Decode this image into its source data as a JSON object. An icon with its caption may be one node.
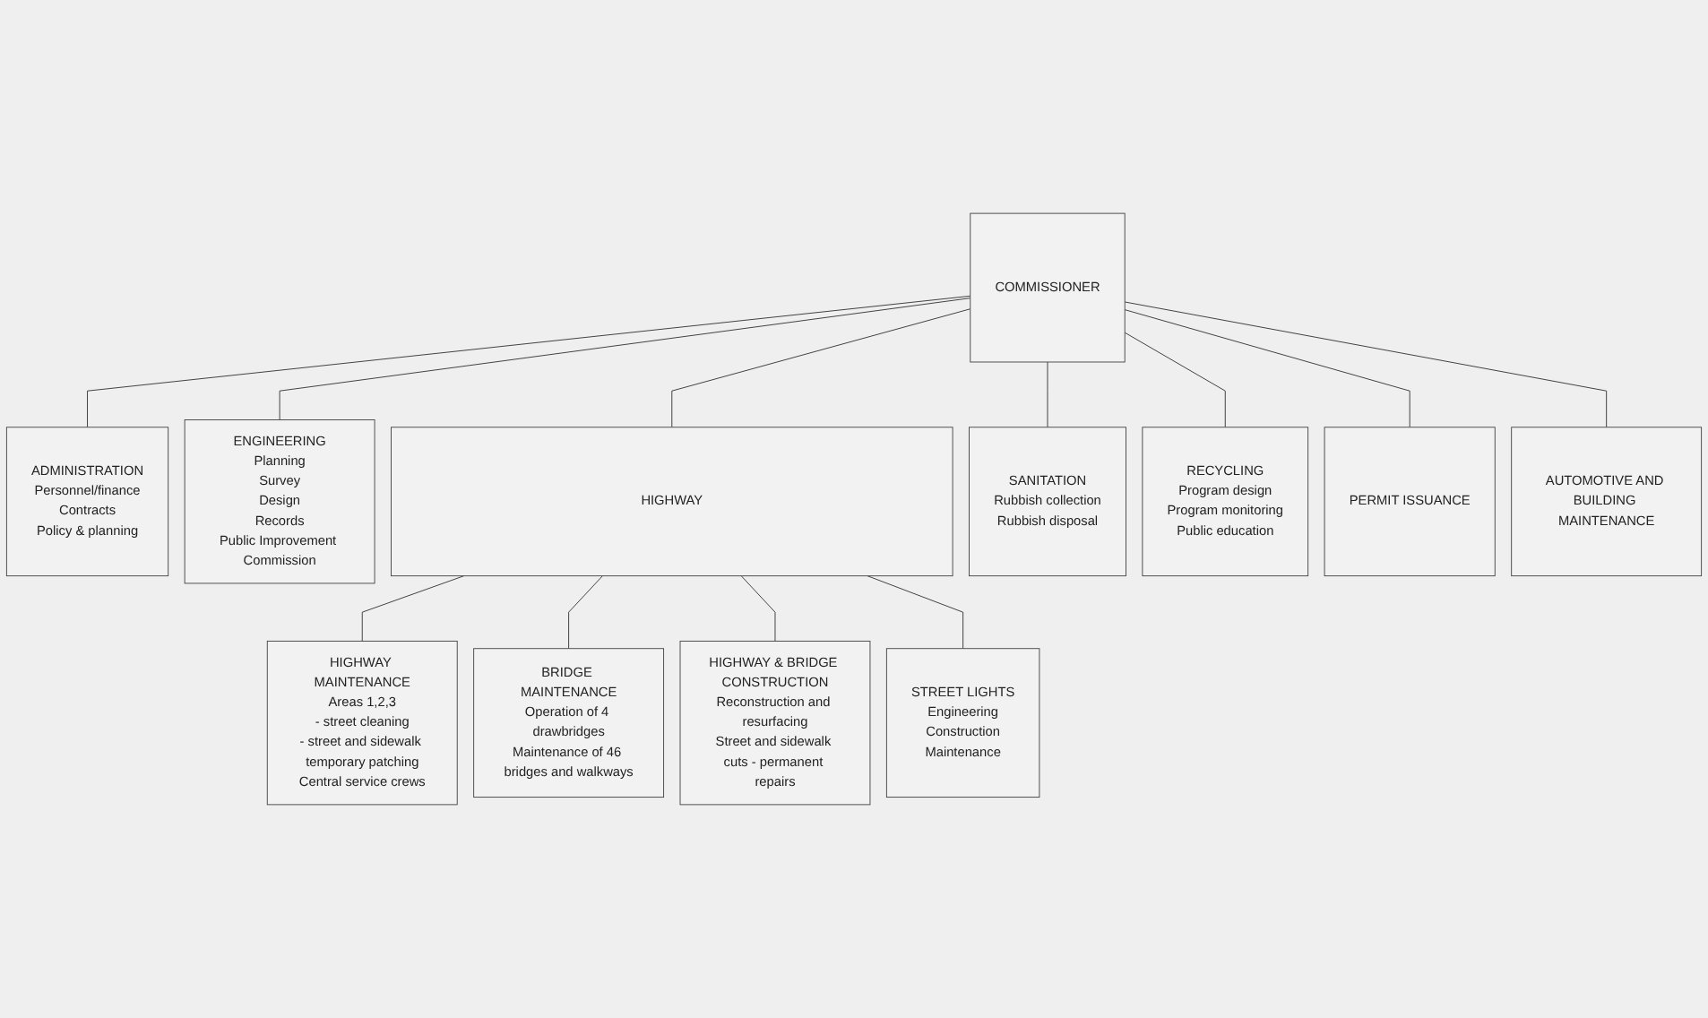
{
  "diagram": {
    "nodes": [
      {
        "text": [
          "COMMISSIONER"
        ]
      },
      {
        "text": [
          "ADMINISTRATION",
          "Personnel/finance",
          "Contracts",
          "Policy & planning"
        ]
      },
      {
        "text": [
          "ENGINEERING",
          "Planning",
          "Survey",
          "Design",
          "Records",
          "Public Improvement Commission"
        ]
      },
      {
        "text": [
          "HIGHWAY"
        ]
      },
      {
        "text": [
          "SANITATION",
          "Rubbish collection",
          "Rubbish disposal"
        ]
      },
      {
        "text": [
          "RECYCLING",
          "Program design",
          "Program monitoring",
          "Public education"
        ]
      },
      {
        "text": [
          "PERMIT ISSUANCE"
        ]
      },
      {
        "text": [
          "AUTOMOTIVE AND BUILDING MAINTENANCE"
        ]
      },
      {
        "text": [
          "HIGHWAY MAINTENANCE",
          "Areas 1,2,3",
          "- street cleaning",
          "- street and sidewalk temporary patching",
          "Central service crews"
        ]
      },
      {
        "text": [
          "BRIDGE MAINTENANCE",
          "Operation of 4 drawbridges",
          "Maintenance of 46 bridges and walkways"
        ]
      },
      {
        "text": [
          "HIGHWAY & BRIDGE CONSTRUCTION",
          "Reconstruction and resurfacing",
          "Street and sidewalk cuts - permanent repairs"
        ]
      },
      {
        "text": [
          "STREET LIGHTS",
          "Engineering",
          "Construction",
          "Maintenance"
        ]
      }
    ],
    "edges": [
      {
        "from": 0,
        "to": 1,
        "arrow": "none"
      },
      {
        "from": 0,
        "to": 2,
        "arrow": "none"
      },
      {
        "from": 0,
        "to": 3,
        "arrow": "none"
      },
      {
        "from": 0,
        "to": 4,
        "arrow": "none"
      },
      {
        "from": 0,
        "to": 5,
        "arrow": "none"
      },
      {
        "from": 0,
        "to": 6,
        "arrow": "none"
      },
      {
        "from": 0,
        "to": 7,
        "arrow": "none"
      },
      {
        "from": 3,
        "to": 8,
        "arrow": "none"
      },
      {
        "from": 3,
        "to": 9,
        "arrow": "none"
      },
      {
        "from": 3,
        "to": 10,
        "arrow": "none"
      },
      {
        "from": 3,
        "to": 11,
        "arrow": "none"
      }
    ]
  }
}
